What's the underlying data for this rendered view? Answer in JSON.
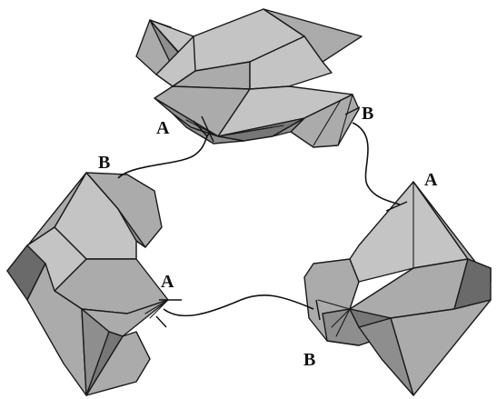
{
  "labels": {
    "top_a": "A",
    "top_b": "B",
    "left_a": "A",
    "left_b": "B",
    "right_a": "A",
    "right_b": "B"
  },
  "colors": {
    "face_light": "#c4c4c4",
    "face_mid": "#ababab",
    "face_dark": "#8e8e8e",
    "stroke": "#1a1a1a"
  }
}
